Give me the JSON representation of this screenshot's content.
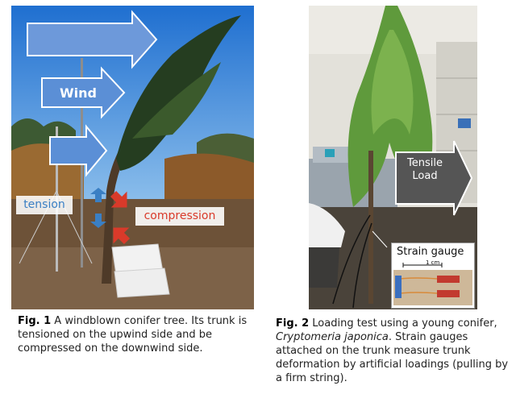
{
  "figure1": {
    "wind_label": "Wind",
    "tension_label": "tension",
    "compression_label": "compression",
    "caption_prefix": "Fig. 1",
    "caption_text": " A windblown conifer tree. Its trunk is tensioned on the upwind side and be compressed on the downwind side."
  },
  "figure2": {
    "tensile_label_line1": "Tensile",
    "tensile_label_line2": "Load",
    "strain_gauge_label": "Strain gauge",
    "scale_label": "1 cm",
    "caption_prefix": "Fig. 2",
    "caption_text_a": " Loading test using a young conifer, ",
    "caption_species": "Cryptomeria japonica",
    "caption_text_b": ". Strain gauges attached on the trunk measure trunk deformation by artificial loadings (pulling by a firm string)."
  },
  "colors": {
    "wind_arrow": "#5b8fd6",
    "tension_arrow": "#3a7fc4",
    "compression_arrow": "#d93a2a",
    "load_arrow": "#555555"
  }
}
